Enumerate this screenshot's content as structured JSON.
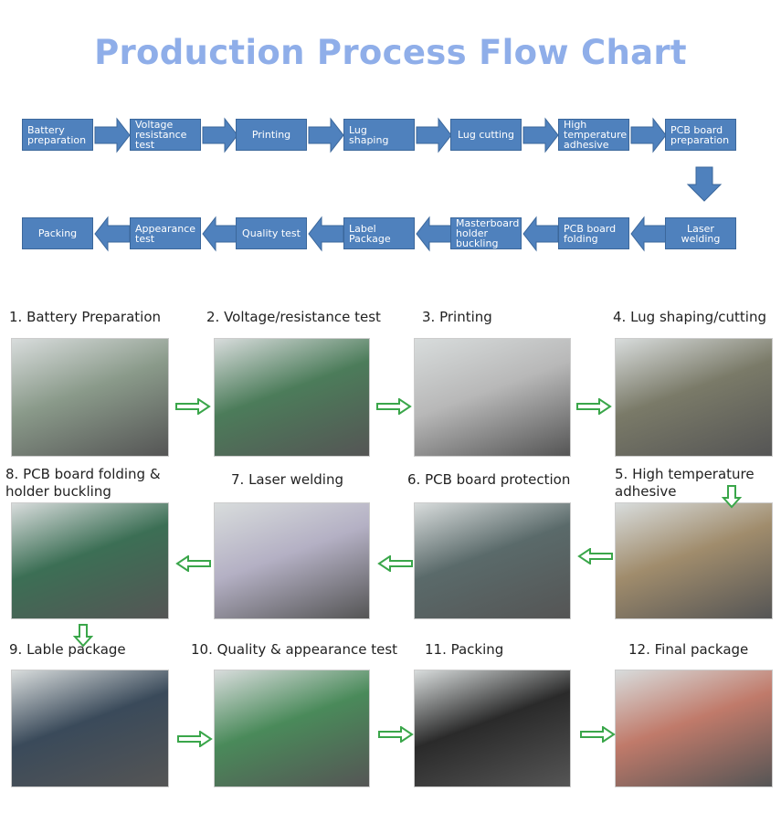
{
  "title": "Production Process Flow Chart",
  "flow_row1": [
    "Battery preparation",
    "Voltage resistance test",
    "Printing",
    "Lug shaping",
    "Lug cutting",
    "High temperature adhesive",
    "PCB board preparation"
  ],
  "flow_row2": [
    "Packing",
    "Appearance test",
    "Quality test",
    "Label Package",
    "Masterboard holder buckling",
    "PCB board folding",
    "Laser welding"
  ],
  "steps": [
    {
      "label": "1. Battery Preparation"
    },
    {
      "label": "2. Voltage/resistance test"
    },
    {
      "label": "3. Printing"
    },
    {
      "label": "4. Lug shaping/cutting"
    },
    {
      "label": "5. High temperature adhesive"
    },
    {
      "label": "6. PCB board protection"
    },
    {
      "label": "7. Laser welding"
    },
    {
      "label": "8. PCB board folding & holder buckling"
    },
    {
      "label": "9. Lable package"
    },
    {
      "label": "10. Quality & appearance test"
    },
    {
      "label": "11. Packing"
    },
    {
      "label": "12. Final package"
    }
  ],
  "colors": {
    "title": "#8faee9",
    "box": "#4f81bd",
    "arrow": "#4f81bd",
    "photo_arrow": "#3aa64a"
  }
}
